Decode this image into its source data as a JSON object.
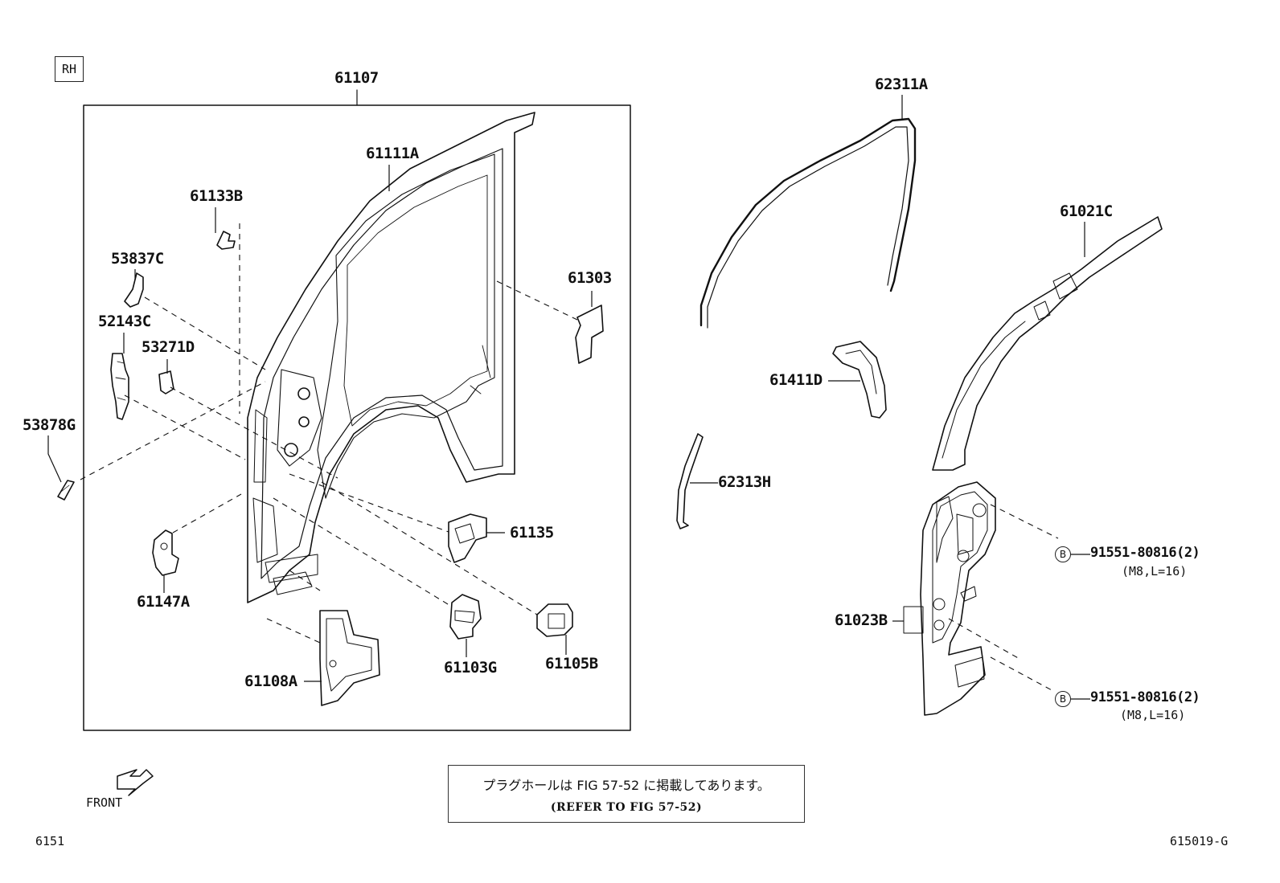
{
  "side_label": "RH",
  "parts": {
    "p61107": "61107",
    "p61111A": "61111A",
    "p61133B": "61133B",
    "p53837C": "53837C",
    "p52143C": "52143C",
    "p53271D": "53271D",
    "p53878G": "53878G",
    "p61303": "61303",
    "p61135": "61135",
    "p61147A": "61147A",
    "p61108A": "61108A",
    "p61103G": "61103G",
    "p61105B": "61105B",
    "p62311A": "62311A",
    "p61021C": "61021C",
    "p61411D": "61411D",
    "p62313H": "62313H",
    "p61023B": "61023B"
  },
  "bolts": [
    {
      "marker": "B",
      "part": "91551-80816(2)",
      "spec": "(M8,L=16)"
    },
    {
      "marker": "B",
      "part": "91551-80816(2)",
      "spec": "(M8,L=16)"
    }
  ],
  "front_label": "FRONT",
  "note": {
    "jp": "プラグホールは FIG 57-52 に掲載してあります。",
    "en": "(REFER TO FIG 57-52)"
  },
  "page_number": "6151",
  "figure_code": "615019-G"
}
